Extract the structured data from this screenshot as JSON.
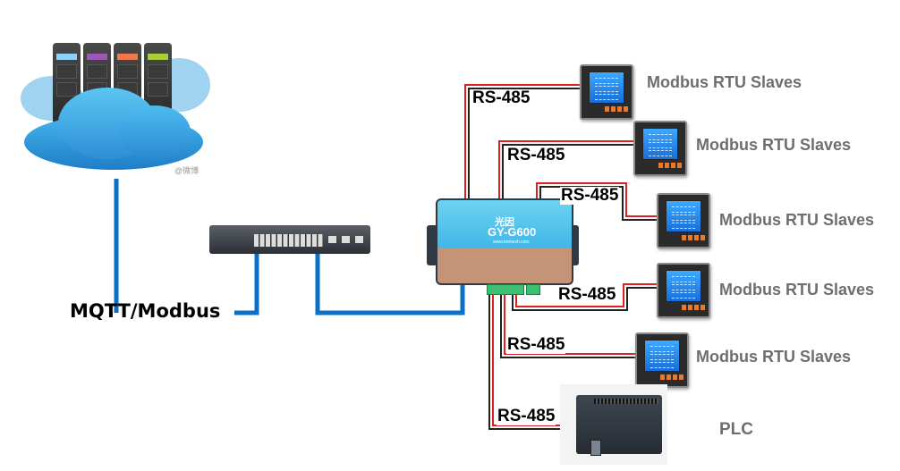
{
  "diagram": {
    "title": "",
    "cloud": {
      "label": "",
      "icon": "cloud-server-icon",
      "watermark": "@微博"
    },
    "switch": {
      "label": "",
      "icon": "network-switch-icon"
    },
    "gateway": {
      "brand": "光因",
      "model": "GY-G600",
      "url": "www.brimesh.com",
      "icon": "gateway-icon"
    },
    "uplink_protocol": "MQTT/Modbus",
    "rs485_label": "RS-485",
    "links": [
      {
        "label": "RS-485",
        "target": "Modbus RTU Slaves"
      },
      {
        "label": "RS-485",
        "target": "Modbus RTU Slaves"
      },
      {
        "label": "RS-485",
        "target": "Modbus RTU Slaves"
      },
      {
        "label": "RS-485",
        "target": "Modbus RTU Slaves"
      },
      {
        "label": "RS-485",
        "target": "Modbus RTU Slaves"
      },
      {
        "label": "RS-485",
        "target": "PLC"
      }
    ],
    "slaves": [
      {
        "label": "Modbus RTU Slaves",
        "icon": "power-meter-icon"
      },
      {
        "label": "Modbus RTU Slaves",
        "icon": "power-meter-icon"
      },
      {
        "label": "Modbus RTU Slaves",
        "icon": "power-meter-icon"
      },
      {
        "label": "Modbus RTU Slaves",
        "icon": "power-meter-icon"
      },
      {
        "label": "Modbus RTU Slaves",
        "icon": "power-meter-icon"
      }
    ],
    "plc": {
      "label": "PLC",
      "icon": "plc-icon"
    },
    "colors": {
      "ethernet": "#0b6fc7",
      "rs485_red": "#e02020",
      "rs485_black": "#222222",
      "slave_text": "#6e6e6e",
      "gateway_top": "#4fc3ee",
      "gateway_bottom": "#c59378"
    }
  }
}
